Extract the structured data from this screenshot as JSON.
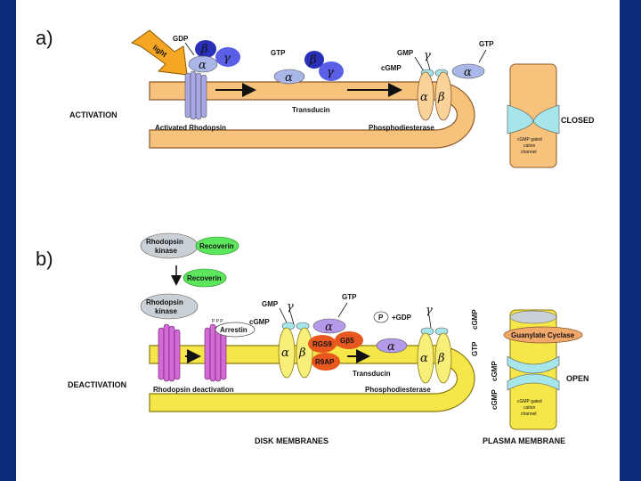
{
  "panel_a": {
    "label": "a)",
    "light": "light",
    "gdp": "GDP",
    "gtp_transducin": "GTP",
    "gmp": "GMP",
    "cgmp": "cGMP",
    "gtp_right": "GTP",
    "activation": "ACTIVATION",
    "activated_rhodopsin": "Activated Rhodopsin",
    "transducin": "Transducin",
    "phosphodiesterase": "Phosphodiesterase",
    "closed": "CLOSED",
    "channel_line1": "cGMP gated",
    "channel_line2": "cation",
    "channel_line3": "channel"
  },
  "panel_b": {
    "label": "b)",
    "rhodopsin_kinase_top1": "Rhodopsin",
    "rhodopsin_kinase_top2": "kinase",
    "recoverin_top": "Recoverin",
    "recoverin_mid": "Recoverin",
    "rhodopsin_kinase_mid1": "Rhodopsin",
    "rhodopsin_kinase_mid2": "kinase",
    "ppp": "P P P",
    "arrestin": "Arrestin",
    "gmp": "GMP",
    "cgmp": "cGMP",
    "gtp": "GTP",
    "rgs9": "RGS9",
    "gb5": "Gβ5",
    "r9ap": "R9AP",
    "p": "P",
    "plus_gdp": "+GDP",
    "deactivation": "DEACTIVATION",
    "rhodopsin_deactivation": "Rhodopsin deactivation",
    "transducin": "Transducin",
    "phosphodiesterase": "Phosphodiesterase",
    "gtp_vertical": "GTP",
    "cgmp_vertical_top": "cGMP",
    "cgmp_vertical_mid": "cGMP",
    "cgmp_vertical_low": "cGMP",
    "guanylate_cyclase": "Guanylate Cyclase",
    "open": "OPEN",
    "channel_line1": "cGMP gated",
    "channel_line2": "cation",
    "channel_line3": "channel",
    "disk_membranes": "DISK MEMBRANES",
    "plasma_membrane": "PLASMA MEMBRANE"
  },
  "greek": {
    "alpha": "α",
    "beta": "β",
    "gamma": "γ"
  },
  "colors": {
    "disk_a": "#f7c27c",
    "disk_b": "#f5e64a",
    "alpha": "#a9b7e8",
    "beta_gamma": "#2a2fb8",
    "rhodopsin_a": "#a8a6e6",
    "rhodopsin_b": "#d36bd6",
    "recoverin": "#5ce65c",
    "rgs": "#e8581e",
    "kinase": "#c9d0d6",
    "channel_a": "#f7c27c",
    "channel_b": "#f5e64a",
    "channel_cap": "#a6e6ea"
  }
}
